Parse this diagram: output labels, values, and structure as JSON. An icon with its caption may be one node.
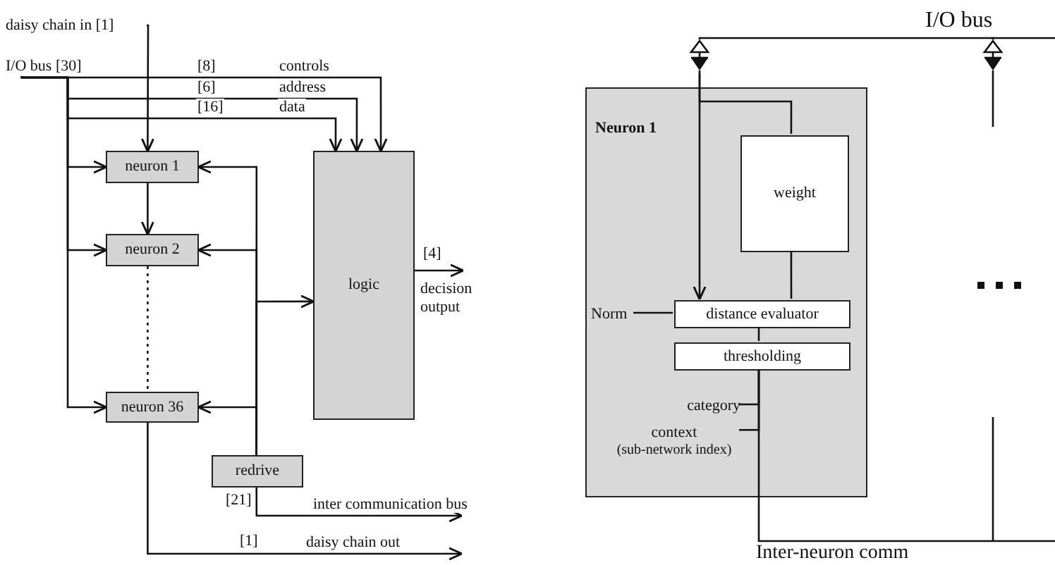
{
  "diagram": {
    "nodes": [
      {
        "text": [
          "daisy chain in [1]"
        ]
      },
      {
        "text": [
          "I/O bus [30]"
        ]
      },
      {
        "text": [
          "neuron 1"
        ]
      },
      {
        "text": [
          "neuron 2"
        ]
      },
      {
        "text": [
          "neuron 36"
        ]
      },
      {
        "text": [
          "logic"
        ]
      },
      {
        "text": [
          "redrive"
        ]
      },
      {
        "text": [
          "Neuron 1"
        ]
      },
      {
        "text": [
          "weight"
        ],
        "in": 7
      },
      {
        "text": [
          "distance evaluator"
        ],
        "in": 7
      },
      {
        "text": [
          "thresholding"
        ],
        "in": 7
      },
      {
        "text": [
          "category"
        ],
        "in": 7
      },
      {
        "text": [
          "context",
          "(sub-network index)"
        ],
        "in": 7
      },
      {
        "text": [
          "Norm"
        ],
        "in": 7
      },
      {
        "text": [],
        "shape": "triangle"
      },
      {
        "text": [],
        "shape": "triangle"
      },
      {
        "text": [
          "decision output"
        ]
      }
    ],
    "edges": [
      {
        "from": 0,
        "to": 2,
        "arrow": "to"
      },
      {
        "from": 1,
        "to": 5,
        "arrow": "to",
        "label": "controls"
      },
      {
        "from": 1,
        "to": 5,
        "arrow": "to",
        "label": "address"
      },
      {
        "from": 1,
        "to": 5,
        "arrow": "to",
        "label": "data"
      },
      {
        "from": 1,
        "to": 2,
        "arrow": "to"
      },
      {
        "from": 1,
        "to": 3,
        "arrow": "to"
      },
      {
        "from": 1,
        "to": 4,
        "arrow": "to"
      },
      {
        "from": 2,
        "to": 3,
        "arrow": "to"
      },
      {
        "from": 3,
        "to": 4,
        "arrow": "none",
        "style": "dashed"
      },
      {
        "from": 6,
        "to": 2,
        "arrow": "to"
      },
      {
        "from": 6,
        "to": 3,
        "arrow": "to"
      },
      {
        "from": 6,
        "to": 4,
        "arrow": "to"
      },
      {
        "from": 6,
        "to": 5,
        "arrow": "to"
      },
      {
        "from": 5,
        "to": 16,
        "arrow": "to",
        "label": "[4]"
      },
      {
        "from": 6,
        "to": null,
        "arrow": "to",
        "label": "inter communication bus"
      },
      {
        "from": 4,
        "to": null,
        "arrow": "to",
        "label": "daisy chain out"
      },
      {
        "from": 14,
        "to": 9,
        "arrow": "to"
      },
      {
        "from": 14,
        "to": 8,
        "arrow": "none"
      },
      {
        "from": 8,
        "to": 9,
        "arrow": "none"
      },
      {
        "from": 13,
        "to": 9,
        "arrow": "none"
      },
      {
        "from": 9,
        "to": 10,
        "arrow": "none"
      },
      {
        "from": 11,
        "to": 10,
        "arrow": "none"
      },
      {
        "from": 12,
        "to": 10,
        "arrow": "none"
      },
      {
        "from": 10,
        "to": null,
        "arrow": "none",
        "label": "Inter-neuron comm"
      },
      {
        "from": 14,
        "to": 15,
        "arrow": "none"
      },
      {
        "from": 15,
        "to": null,
        "arrow": "none",
        "label": "I/O bus"
      },
      {
        "from": 15,
        "to": null,
        "arrow": "none"
      }
    ],
    "labels": [
      "[8]",
      "[6]",
      "[16]",
      "[21]",
      "[1]"
    ]
  }
}
